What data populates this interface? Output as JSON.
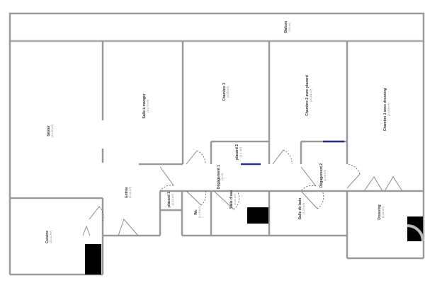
{
  "rooms": [
    {
      "id": "balcon",
      "name": "Balcon",
      "area": "(19 m²)"
    },
    {
      "id": "sejour",
      "name": "Séjour",
      "area": "(24,06 m²)"
    },
    {
      "id": "salle-a-manger",
      "name": "Salle à manger",
      "area": "(10,73 m²)"
    },
    {
      "id": "chambre-3",
      "name": "Chambre 3",
      "area": "(9,83 m²)"
    },
    {
      "id": "chambre-2",
      "name": "Chambre 2 avec placard",
      "area": "(10,84 m²)"
    },
    {
      "id": "chambre-1",
      "name": "Chambre 1 avec dressing",
      "area": "(13,53 m²)"
    },
    {
      "id": "placard-2",
      "name": "placard 2",
      "area": "(1,1 m²)"
    },
    {
      "id": "degagement-1",
      "name": "Dégagement 1",
      "area": "(4 m²)"
    },
    {
      "id": "degagement-2",
      "name": "Dégagement 2",
      "area": "(1,58 m²)"
    },
    {
      "id": "entree",
      "name": "Entrée",
      "area": "(5,48 m²)"
    },
    {
      "id": "placard-1",
      "name": "placard 1",
      "area": "(0,54 m²)"
    },
    {
      "id": "wc",
      "name": "Wc",
      "area": "(1,53 m²)"
    },
    {
      "id": "salle-d-eau",
      "name": "Salle d'eau",
      "area": "(2,11 m²)"
    },
    {
      "id": "salle-de-bain",
      "name": "Salle de bain",
      "area": "(4,22 m²)"
    },
    {
      "id": "dressing",
      "name": "Dressing",
      "area": "(3,89 m²)"
    },
    {
      "id": "cuisine",
      "name": "Cuisine",
      "area": "(10,41 m²)"
    }
  ],
  "colors": {
    "wall": "#9a9a9a",
    "fixture": "#000000",
    "closet_door": "#2a2a8a"
  }
}
